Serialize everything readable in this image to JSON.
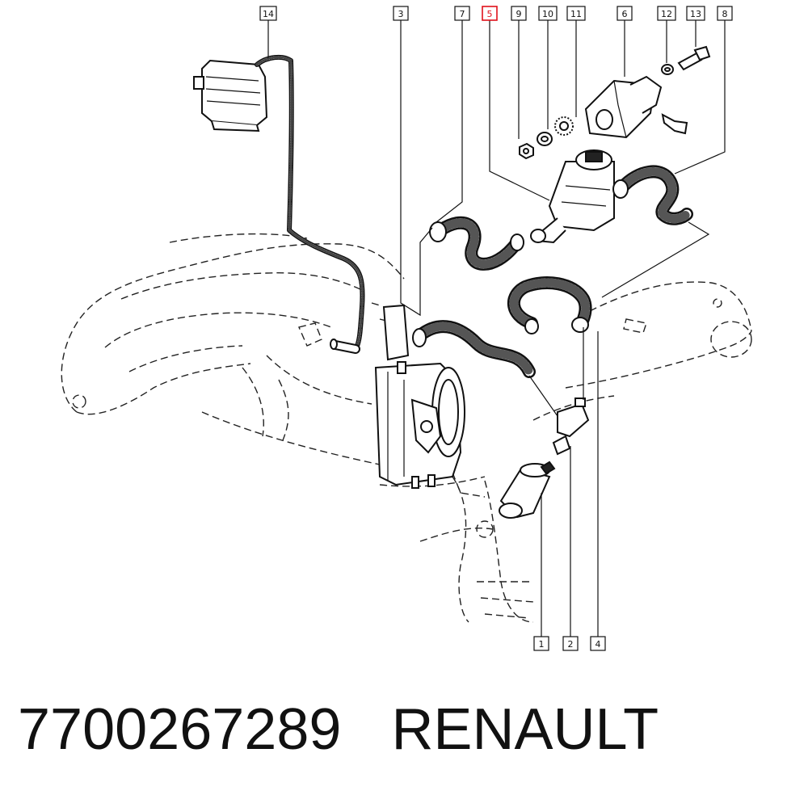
{
  "diagram": {
    "callouts_top": [
      {
        "label": "14",
        "highlight": false
      },
      {
        "label": "3",
        "highlight": false
      },
      {
        "label": "7",
        "highlight": false
      },
      {
        "label": "5",
        "highlight": true
      },
      {
        "label": "9",
        "highlight": false
      },
      {
        "label": "10",
        "highlight": false
      },
      {
        "label": "11",
        "highlight": false
      },
      {
        "label": "6",
        "highlight": false
      },
      {
        "label": "12",
        "highlight": false
      },
      {
        "label": "13",
        "highlight": false
      },
      {
        "label": "8",
        "highlight": false
      }
    ],
    "callouts_bottom": [
      {
        "label": "1",
        "highlight": false
      },
      {
        "label": "2",
        "highlight": false
      },
      {
        "label": "4",
        "highlight": false
      }
    ],
    "highlight_color": "#e0101a"
  },
  "caption": {
    "part_number": "7700267289",
    "brand": "RENAULT"
  }
}
